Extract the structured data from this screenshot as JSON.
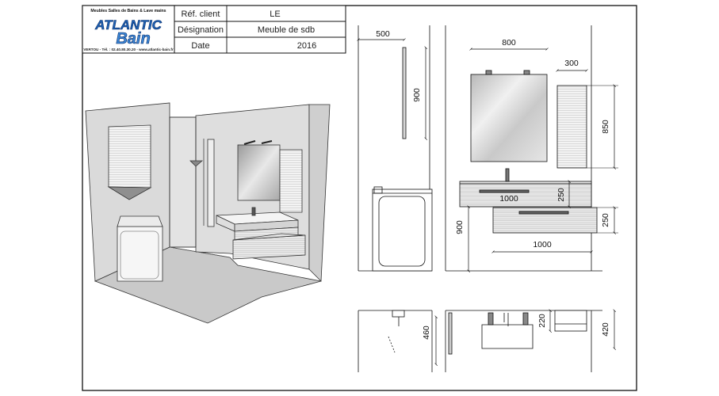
{
  "logo": {
    "tagline": "Meubles Salles de Bains & Lave mains",
    "brand_line1": "ATLANTIC",
    "brand_line2": "Bain",
    "contact": "VERTOU - Tél. : 02.40.80.30.20 - www.atlantic-bain.fr"
  },
  "title_block": {
    "ref_label": "Réf. client",
    "ref_value": "LE",
    "designation_label": "Désignation",
    "designation_value": "Meuble de sdb",
    "date_label": "Date",
    "date_value": "2016"
  },
  "dimensions": {
    "side_depth": "500",
    "side_height": "900",
    "mirror_width": "800",
    "column_depth": "300",
    "column_height": "850",
    "vanity_width_top": "1000",
    "vanity_height_top": "250",
    "front_height": "900",
    "drawer_width": "1000",
    "drawer_height": "250",
    "section_height_left": "460",
    "section_height_mid": "220",
    "section_height_right": "420"
  },
  "colors": {
    "logo_blue": "#1f63b5",
    "line": "#111111",
    "wall": "#d9d9d9",
    "floor": "#c7c7c7"
  }
}
